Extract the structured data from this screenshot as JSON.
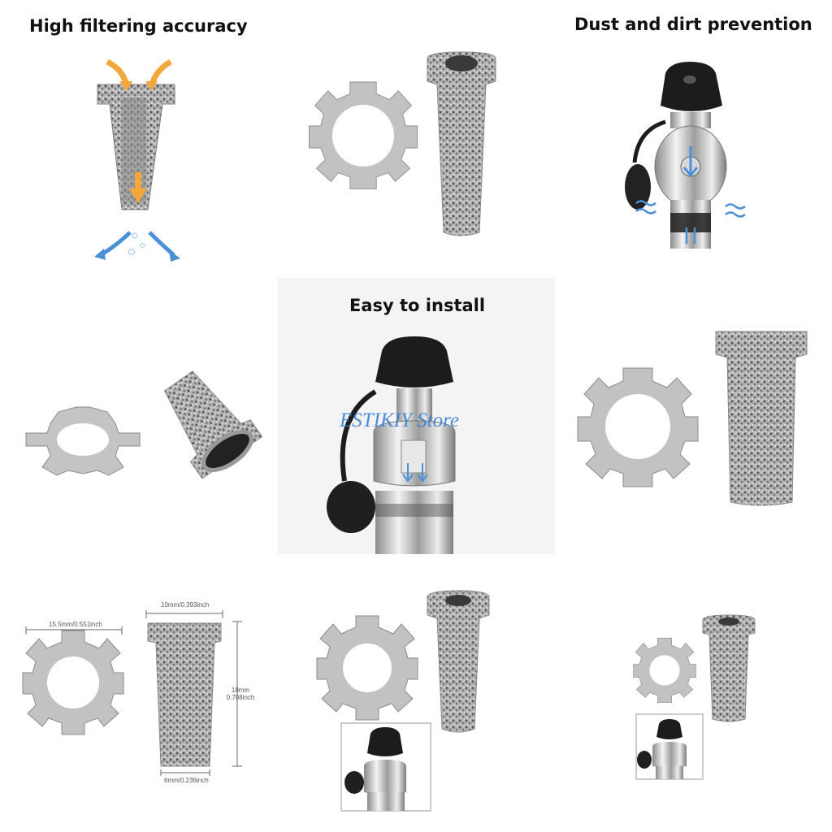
{
  "headings": {
    "accuracy": "High filtering accuracy",
    "dust": "Dust and dirt prevention",
    "install": "Easy to install"
  },
  "watermark": "ESTIKIY Store",
  "dimensions": {
    "washer_width": "15.5mm/0.551inch",
    "filter_top": "10mm/0.393inch",
    "filter_height": "18mm 0.708inch",
    "filter_bottom": "6mm/0.236inch"
  },
  "colors": {
    "metal": "#b9b9b9",
    "mesh_dark": "#5a5a5a",
    "arrow_orange": "#f3a73b",
    "arrow_blue": "#4a90d9",
    "cap_black": "#1c1c1c"
  }
}
